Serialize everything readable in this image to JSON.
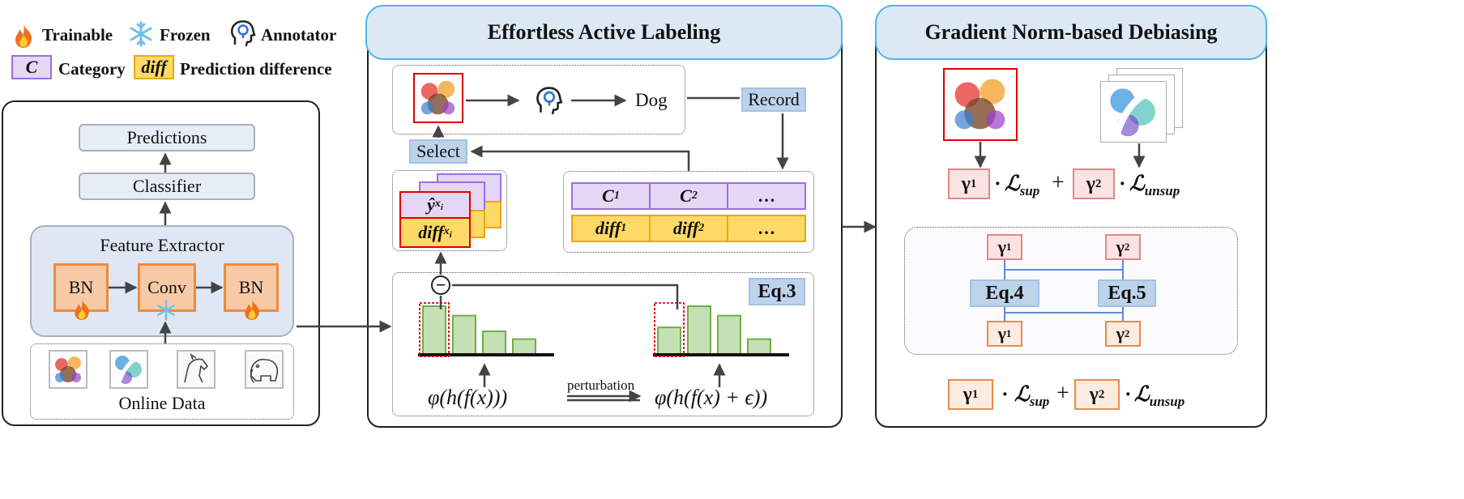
{
  "legend": {
    "trainable": "Trainable",
    "frozen": "Frozen",
    "annotator": "Annotator",
    "category_symbol": "C",
    "category": "Category",
    "diff_symbol": "diff",
    "prediction_difference": "Prediction difference"
  },
  "left": {
    "predictions": "Predictions",
    "classifier": "Classifier",
    "feature_extractor": "Feature Extractor",
    "bn": "BN",
    "conv": "Conv",
    "online_data": "Online Data"
  },
  "middle": {
    "title": "Effortless Active Labeling",
    "dog": "Dog",
    "record": "Record",
    "select": "Select",
    "y_hat": "ŷ",
    "y_hat_sub": "x",
    "y_hat_subsub": "i",
    "diff": "diff",
    "diff_sub": "x",
    "diff_subsub": "i",
    "c1": "C",
    "c1_sub": "1",
    "c2": "C",
    "c2_sub": "2",
    "ellipsis": "…",
    "diff1": "diff",
    "diff1_sub": "1",
    "diff2": "diff",
    "diff2_sub": "2",
    "eq3": "Eq.3",
    "minus": "−",
    "formula_left": "φ(h(f(x)))",
    "perturbation": "perturbation",
    "formula_right": "φ(h(f(x) + ϵ))"
  },
  "right": {
    "title": "Gradient Norm-based Debiasing",
    "gamma1": "γ",
    "gamma1_sub": "1",
    "gamma2": "γ",
    "gamma2_sub": "2",
    "dot": "·",
    "plus": "+",
    "l_sup": "ℒ",
    "l_sup_sub": "sup",
    "l_unsup": "ℒ",
    "l_unsup_sub": "unsup",
    "eq4": "Eq.4",
    "eq5": "Eq.5"
  },
  "chart_left": {
    "type": "bar",
    "values": [
      0.62,
      0.5,
      0.3,
      0.2
    ]
  },
  "chart_right": {
    "type": "bar",
    "values": [
      0.35,
      0.62,
      0.5,
      0.2
    ]
  },
  "colors": {
    "panel_border": "#222222",
    "header_fill": "#dce9f5",
    "header_border": "#4eb6e8",
    "bn_orange": "#ef8b3c",
    "purple": "#9b6fe0",
    "yellow": "#ffd966",
    "bar_green": "#c5e0b4",
    "bar_green_border": "#70ad47",
    "red": "#e00000"
  }
}
